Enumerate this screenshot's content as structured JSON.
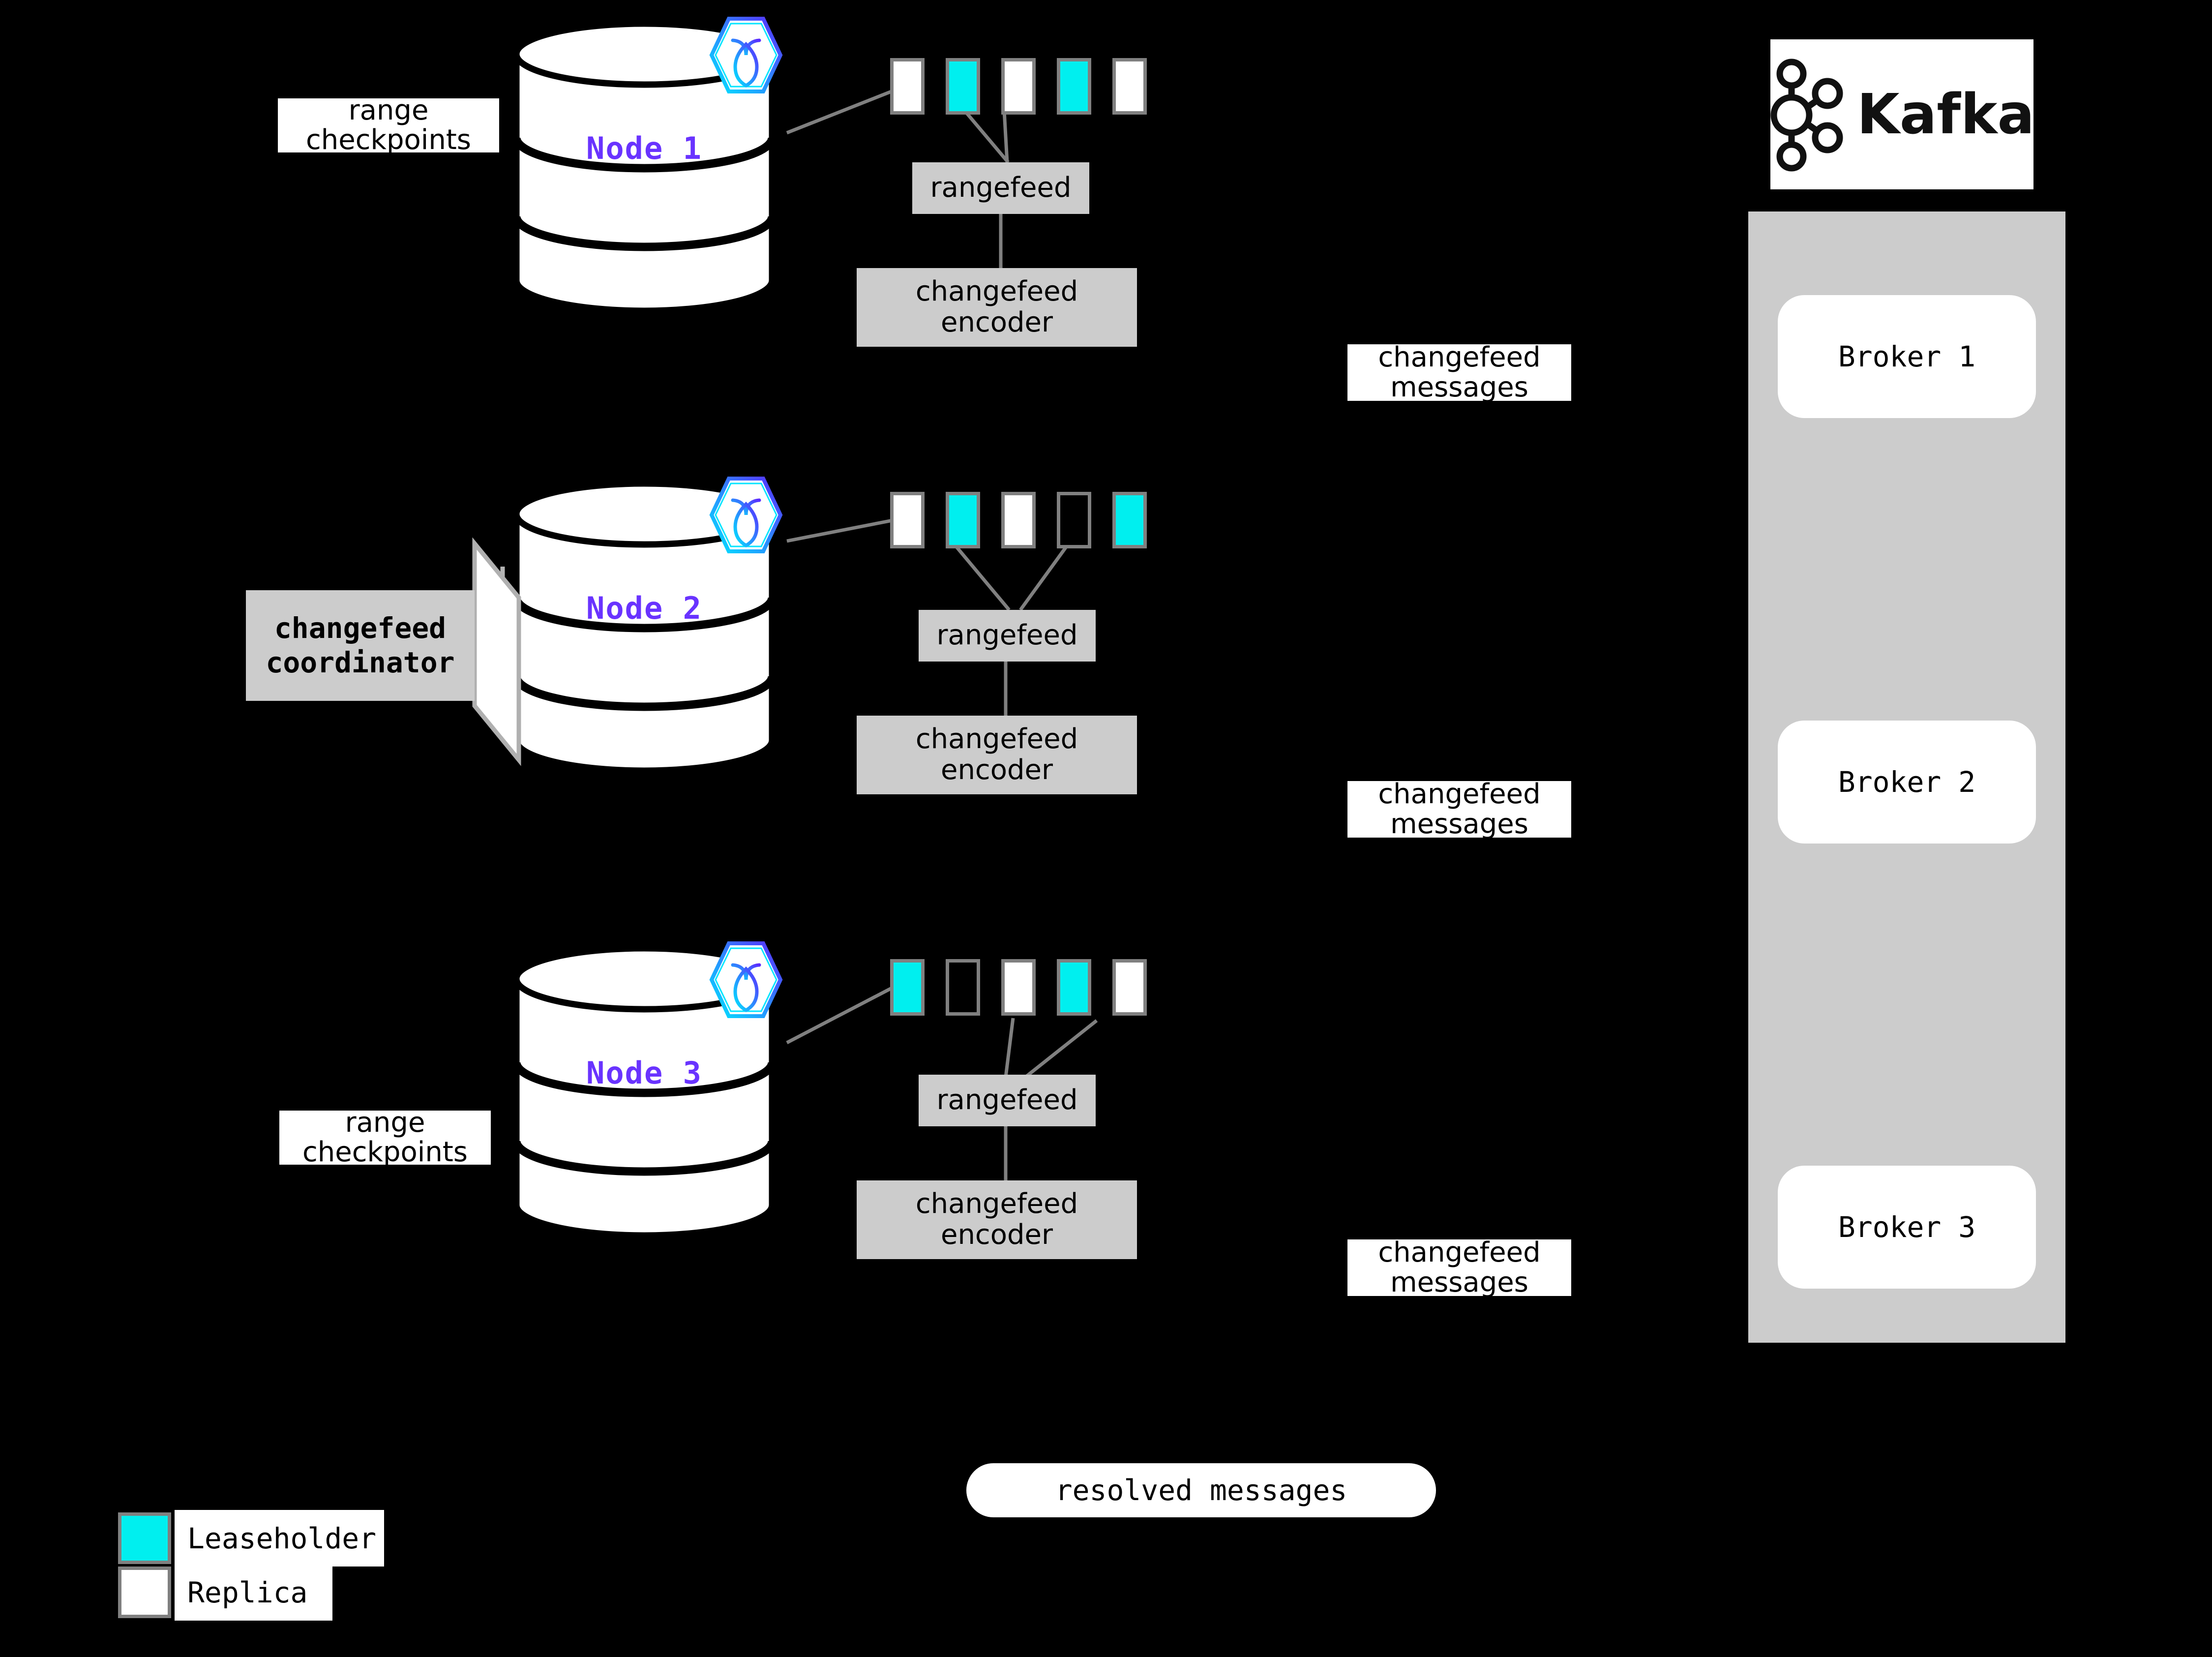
{
  "diagram": {
    "title": "CockroachDB changefeed to Kafka architecture",
    "background": "#000000",
    "colors": {
      "leaseholder": "#00EFEF",
      "replica": "#FFFFFF",
      "node_label": "#6933FF",
      "process_box": "#CCCCCC",
      "panel": "#CCCCCC",
      "connector": "#808080"
    }
  },
  "nodes": [
    {
      "label": "Node 1",
      "logo_icon": "cockroachdb-hexagon-icon",
      "ranges": [
        "replica",
        "leaseholder",
        "replica",
        "leaseholder",
        "replica"
      ],
      "rangefeed_label": "rangefeed",
      "encoder_label": "changefeed\nencoder",
      "encoder_line1": "changefeed",
      "encoder_line2": "encoder"
    },
    {
      "label": "Node 2",
      "logo_icon": "cockroachdb-hexagon-icon",
      "ranges": [
        "replica",
        "leaseholder",
        "replica",
        "empty",
        "leaseholder"
      ],
      "rangefeed_label": "rangefeed",
      "encoder_label": "changefeed\nencoder",
      "encoder_line1": "changefeed",
      "encoder_line2": "encoder"
    },
    {
      "label": "Node 3",
      "logo_icon": "cockroachdb-hexagon-icon",
      "ranges": [
        "leaseholder",
        "empty",
        "replica",
        "leaseholder",
        "replica"
      ],
      "rangefeed_label": "rangefeed",
      "encoder_label": "changefeed\nencoder",
      "encoder_line1": "changefeed",
      "encoder_line2": "encoder"
    }
  ],
  "annotations": {
    "range_checkpoints_top": {
      "line1": "range",
      "line2": "checkpoints"
    },
    "range_checkpoints_bottom": {
      "line1": "range",
      "line2": "checkpoints"
    },
    "changefeed_coordinator": {
      "line1": "changefeed",
      "line2": "coordinator"
    },
    "changefeed_messages": [
      {
        "line1": "changefeed",
        "line2": "messages"
      },
      {
        "line1": "changefeed",
        "line2": "messages"
      },
      {
        "line1": "changefeed",
        "line2": "messages"
      }
    ],
    "resolved_messages": "resolved messages"
  },
  "kafka": {
    "logo_text": "Kafka",
    "logo_icon": "kafka-node-graph-icon",
    "brokers": [
      "Broker 1",
      "Broker 2",
      "Broker 3"
    ]
  },
  "legend": {
    "items": [
      {
        "swatch": "leaseholder",
        "label": "Leaseholder"
      },
      {
        "swatch": "replica",
        "label": "Replica"
      }
    ]
  }
}
